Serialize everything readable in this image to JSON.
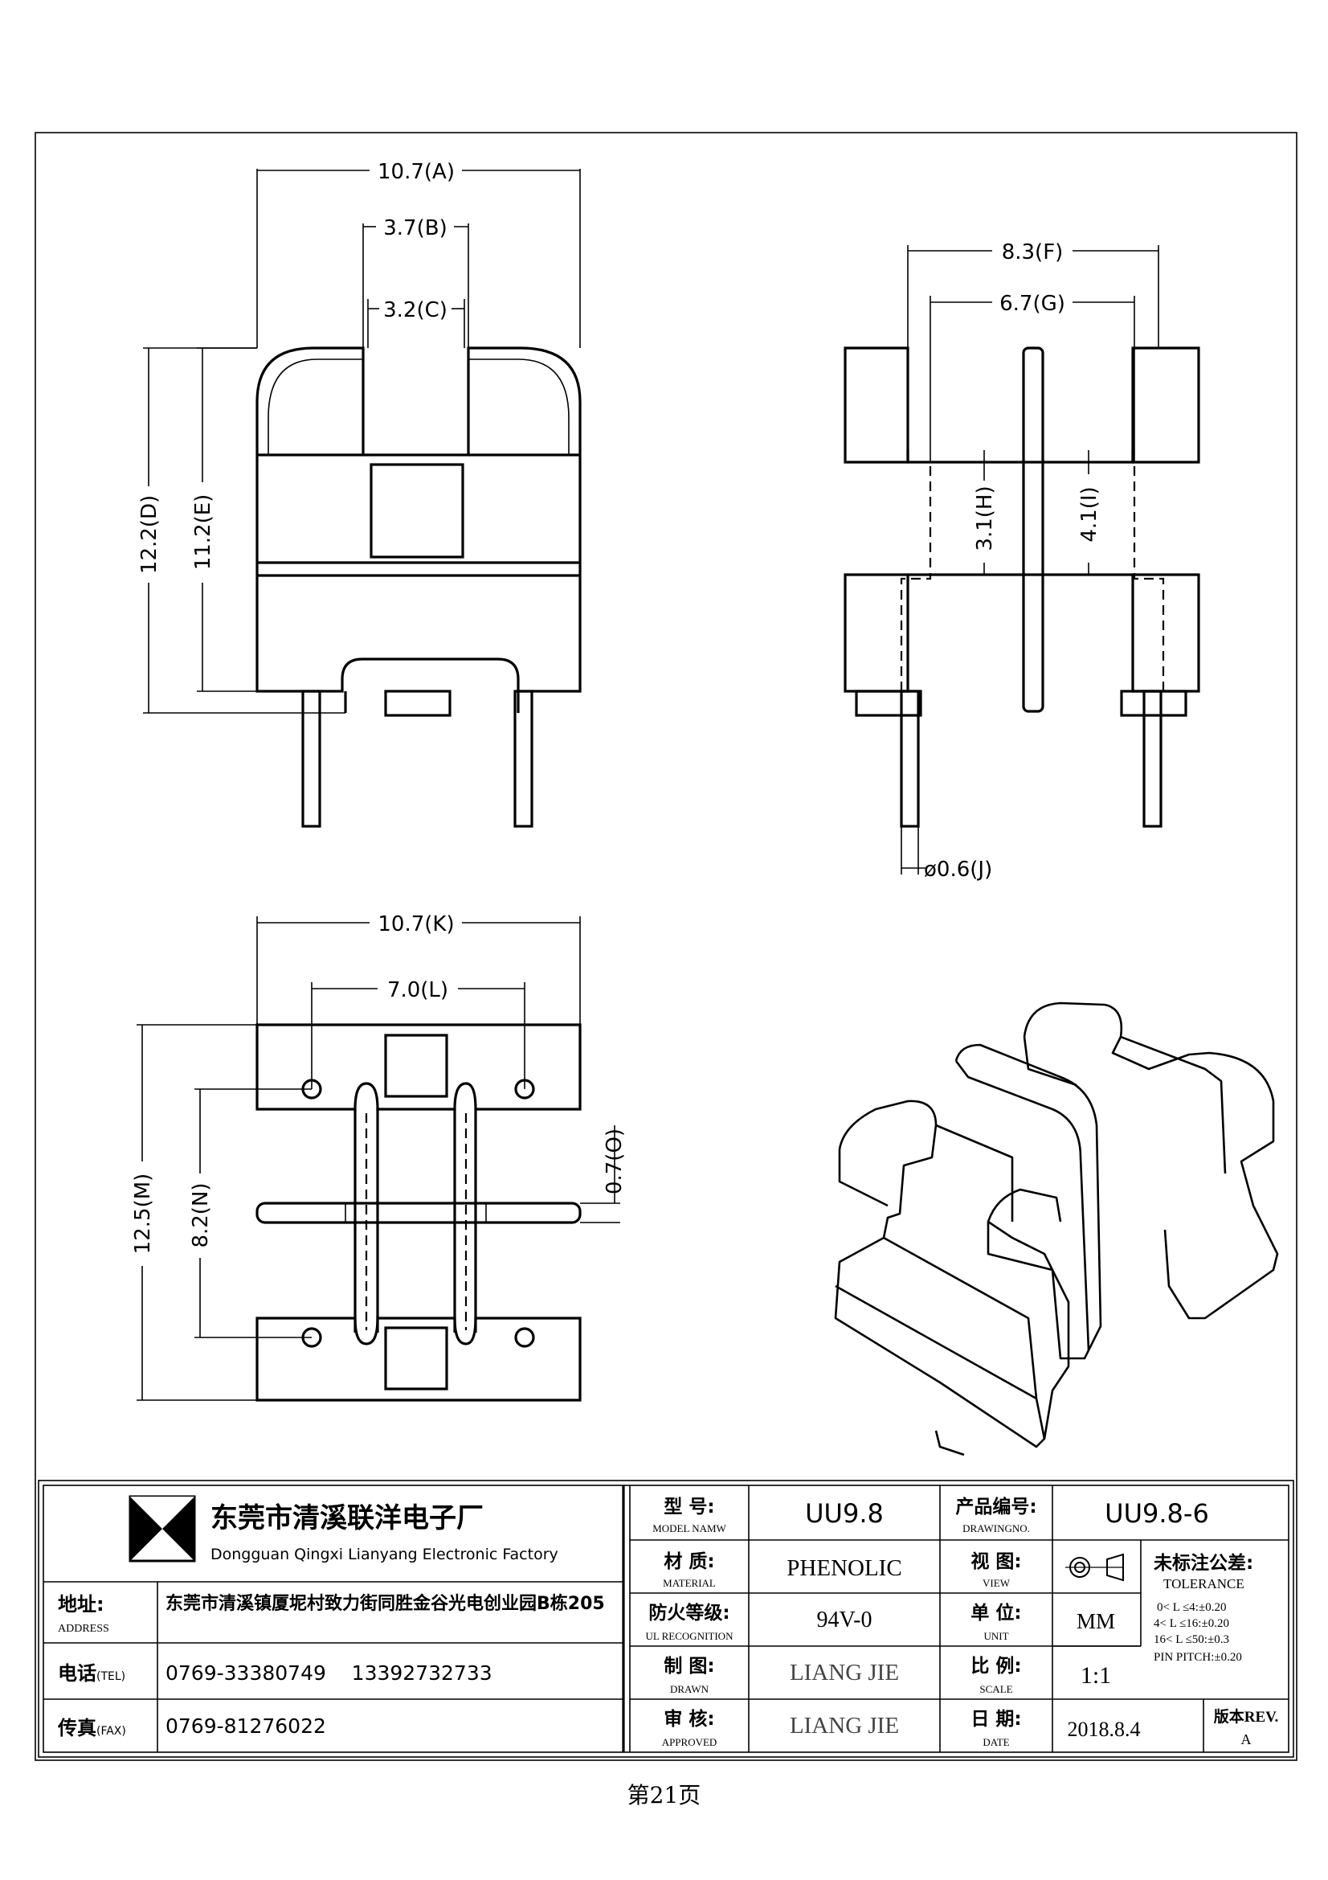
{
  "dimensions": {
    "A": "10.7(A)",
    "B": "3.7(B)",
    "C": "3.2(C)",
    "D": "12.2(D)",
    "E": "11.2(E)",
    "F": "8.3(F)",
    "G": "6.7(G)",
    "H": "3.1(H)",
    "I": "4.1(I)",
    "J": "ø0.6(J)",
    "K": "10.7(K)",
    "L": "7.0(L)",
    "M": "12.5(M)",
    "N": "8.2(N)",
    "O": "0.7(O)"
  },
  "title_block": {
    "company_cn": "东莞市清溪联洋电子厂",
    "company_en": "Dongguan Qingxi Lianyang Electronic Factory",
    "address_label": "地址:",
    "address_label_en": "ADDRESS",
    "address": "东莞市清溪镇厦坭村致力街同胜金谷光电创业园B栋205",
    "tel_label": "电话",
    "tel_label_en": "(TEL)",
    "tel": "0769-33380749    13392732733",
    "fax_label": "传真",
    "fax_label_en": "(FAX)",
    "fax": "0769-81276022",
    "model_label": "型  号:",
    "model_label_en": "MODEL NAMW",
    "model": "UU9.8",
    "material_label": "材  质:",
    "material_label_en": "MATERIAL",
    "material": "PHENOLIC",
    "ul_label": "防火等级:",
    "ul_label_en": "UL RECOGNITION",
    "ul": "94V-0",
    "drawn_label": "制  图:",
    "drawn_label_en": "DRAWN",
    "drawn": "LIANG JIE",
    "approved_label": "审  核:",
    "approved_label_en": "APPROVED",
    "approved": "LIANG JIE",
    "drawing_no_label": "产品编号:",
    "drawing_no_label_en": "DRAWINGNO.",
    "drawing_no": "UU9.8-6",
    "view_label": "视  图:",
    "view_label_en": "VIEW",
    "unit_label": "单  位:",
    "unit_label_en": "UNIT",
    "unit": "MM",
    "scale_label": "比  例:",
    "scale_label_en": "SCALE",
    "scale": "1:1",
    "date_label": "日  期:",
    "date_label_en": "DATE",
    "date": "2018.8.4",
    "tolerance_label": "未标注公差:",
    "tolerance_label_en": "TOLERANCE",
    "tol_1": "0< L ≤4:±0.20",
    "tol_2": "4< L ≤16:±0.20",
    "tol_3": "16< L ≤50:±0.3",
    "tol_pin": "PIN PITCH:±0.20",
    "rev_label": "版本REV.",
    "rev": "A"
  },
  "footer": {
    "page": "第21页"
  }
}
